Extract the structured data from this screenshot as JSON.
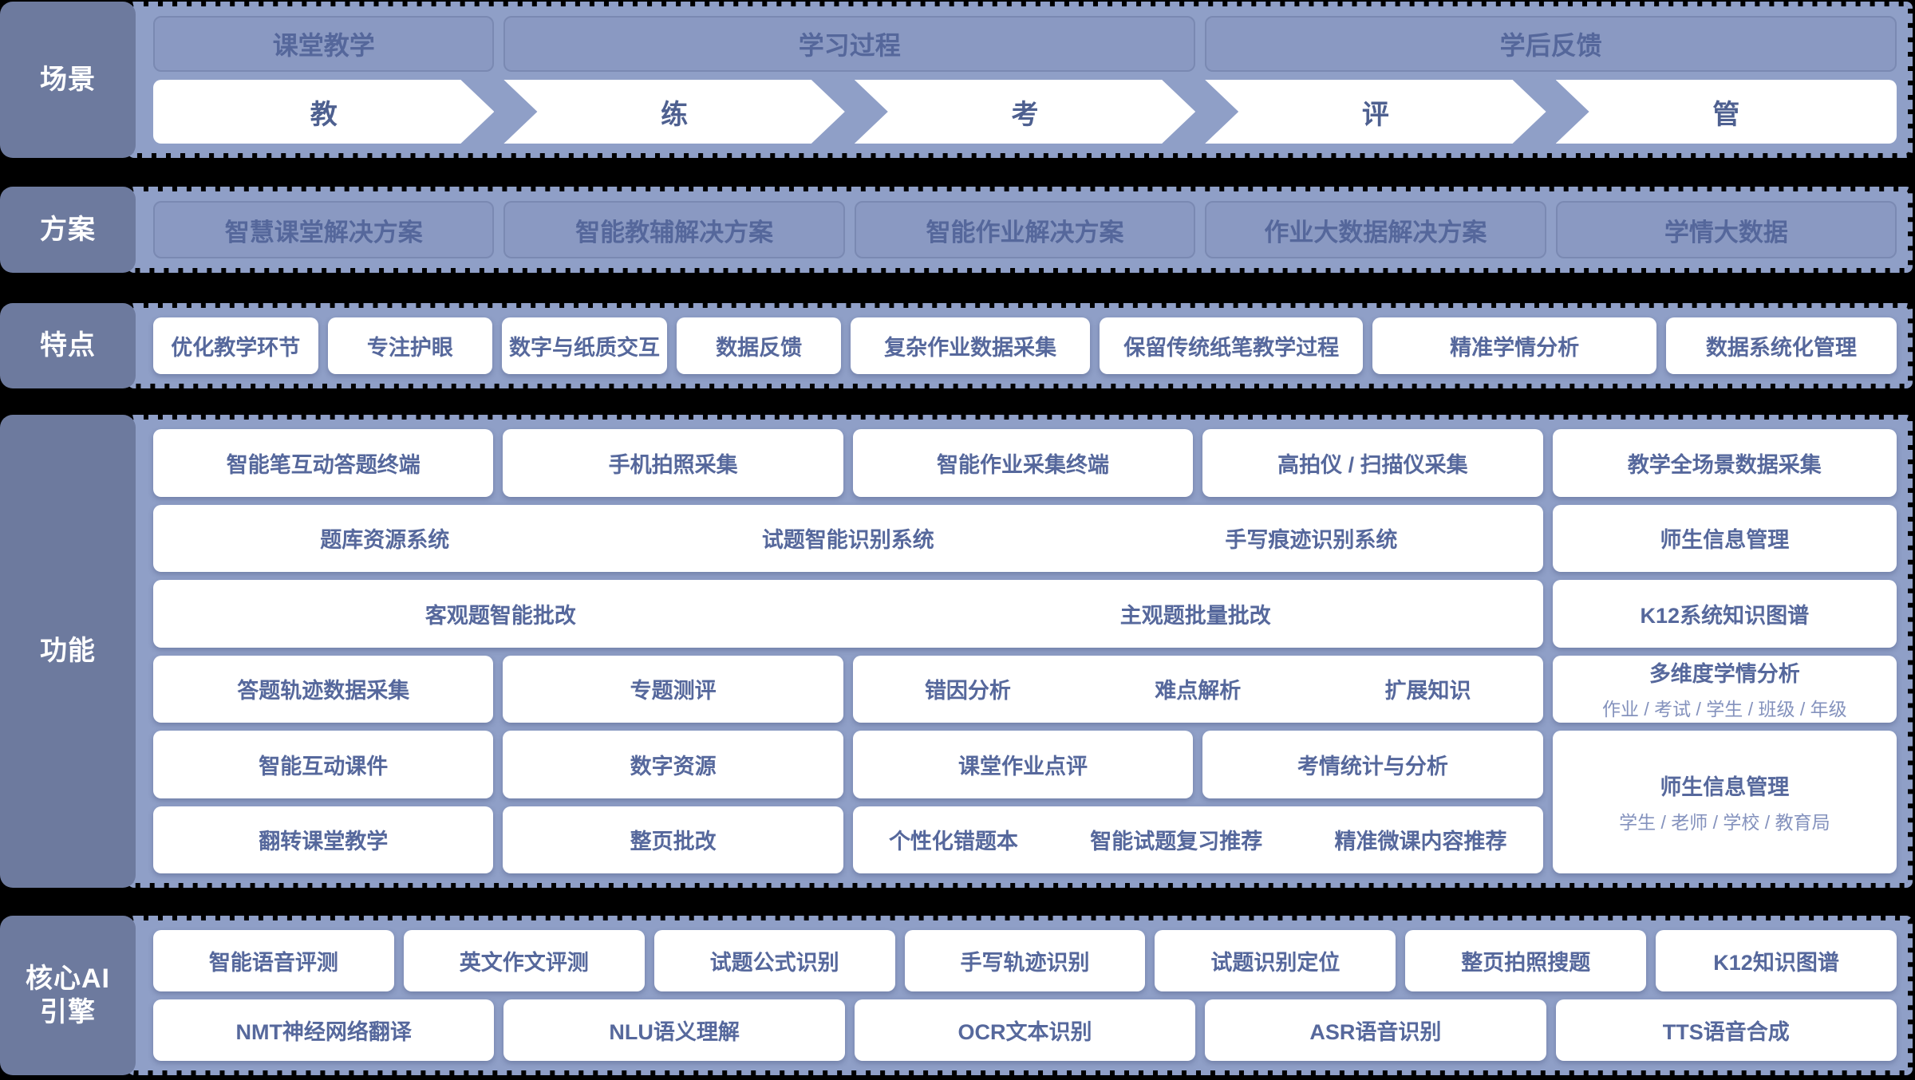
{
  "colors": {
    "panel": "#8f9fc7",
    "label_block": "#6d7a9e",
    "box_text": "#56689c",
    "tint_box": "#8a99c2",
    "tint_border": "#7a89b2",
    "sub_text": "#8492bd",
    "background": "#000000"
  },
  "rows": {
    "scene": {
      "label": "场景",
      "headers": [
        "课堂教学",
        "学习过程",
        "学后反馈"
      ],
      "steps": [
        "教",
        "练",
        "考",
        "评",
        "管"
      ]
    },
    "solution": {
      "label": "方案",
      "items": [
        "智慧课堂解决方案",
        "智能教辅解决方案",
        "智能作业解决方案",
        "作业大数据解决方案",
        "学情大数据"
      ]
    },
    "features": {
      "label": "特点",
      "items": [
        "优化教学环节",
        "专注护眼",
        "数字与纸质交互",
        "数据反馈",
        "复杂作业数据采集",
        "保留传统纸笔教学过程",
        "精准学情分析",
        "数据系统化管理"
      ]
    },
    "functions": {
      "label": "功能",
      "row1": [
        "智能笔互动答题终端",
        "手机拍照采集",
        "智能作业采集终端",
        "高拍仪 / 扫描仪采集"
      ],
      "row2": [
        "题库资源系统",
        "试题智能识别系统",
        "手写痕迹识别系统"
      ],
      "row3": [
        "客观题智能批改",
        "主观题批量批改"
      ],
      "row4": [
        "答题轨迹数据采集",
        "专题测评"
      ],
      "row4_group": [
        "错因分析",
        "难点解析",
        "扩展知识"
      ],
      "row5": [
        "智能互动课件",
        "数字资源",
        "课堂作业点评",
        "考情统计与分析"
      ],
      "row6": [
        "翻转课堂教学",
        "整页批改"
      ],
      "row6_group": [
        "个性化错题本",
        "智能试题复习推荐",
        "精准微课内容推荐"
      ],
      "side": {
        "r1": "教学全场景数据采集",
        "r2": "师生信息管理",
        "r3": "K12系统知识图谱",
        "r4_title": "多维度学情分析",
        "r4_sub": "作业 / 考试 / 学生 / 班级 / 年级",
        "r5_title": "师生信息管理",
        "r5_sub": "学生 / 老师 / 学校 / 教育局"
      }
    },
    "ai": {
      "label_line1": "核心AI",
      "label_line2": "引擎",
      "row1": [
        "智能语音评测",
        "英文作文评测",
        "试题公式识别",
        "手写轨迹识别",
        "试题识别定位",
        "整页拍照搜题",
        "K12知识图谱"
      ],
      "row2": [
        "NMT神经网络翻译",
        "NLU语义理解",
        "OCR文本识别",
        "ASR语音识别",
        "TTS语音合成"
      ]
    }
  }
}
